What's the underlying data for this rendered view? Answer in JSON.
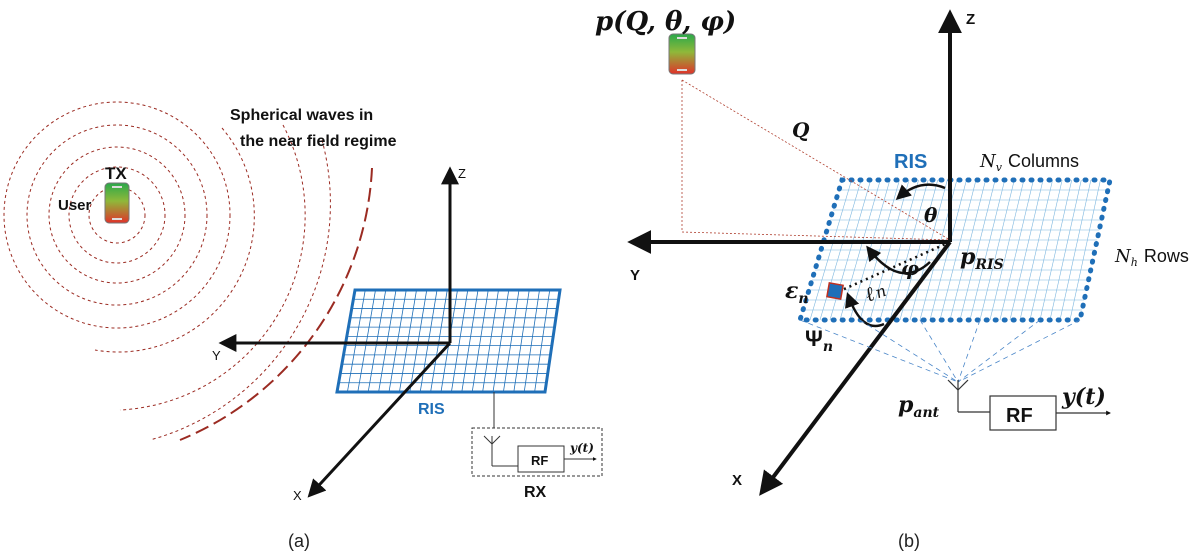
{
  "panel_a": {
    "caption": "(a)",
    "waves_label_line1": "Spherical waves in",
    "waves_label_line2": "the near field regime",
    "tx_label": "TX",
    "user_label": "User",
    "axis_z": "Z",
    "axis_y": "Y",
    "axis_x": "X",
    "ris_label": "RIS",
    "rx_label": "RX",
    "rf_label": "RF",
    "output_signal": "y(t)"
  },
  "panel_b": {
    "caption": "(b)",
    "user_position": "p(Q, θ, φ)",
    "distance_label": "Q",
    "ris_label": "RIS",
    "columns_sym": "N",
    "columns_sub": "v",
    "columns_text": "Columns",
    "rows_sym": "N",
    "rows_sub": "h",
    "rows_text": "Rows",
    "theta": "θ",
    "phi": "φ",
    "ris_point": "p",
    "ris_point_sub": "RIS",
    "element_sym": "ε",
    "element_sub": "n",
    "ell_sym": "ℓ",
    "ell_sub": "n",
    "psi_sym": "Ψ",
    "psi_sub": "n",
    "ant_point": "p",
    "ant_point_sub": "ant",
    "rf_label": "RF",
    "output_signal": "y(t)",
    "axis_z": "Z",
    "axis_y": "Y",
    "axis_x": "X"
  },
  "colors": {
    "ris_blue": "#1f6fb8",
    "wave_red": "#9b2b22",
    "phone_green": "#2aa84a",
    "phone_red": "#e0322a"
  }
}
